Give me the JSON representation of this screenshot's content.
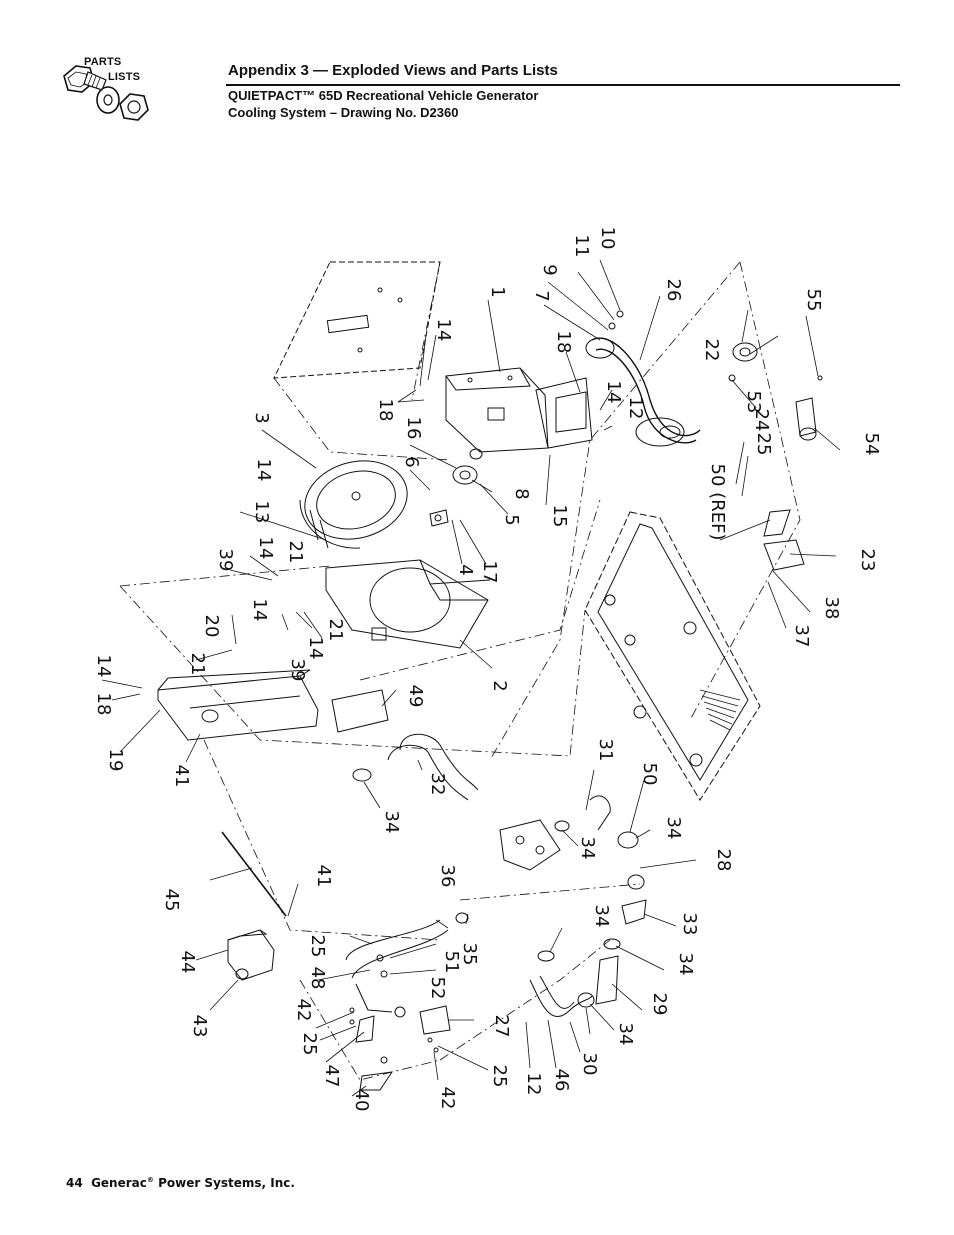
{
  "header": {
    "logo_line1": "PARTS",
    "logo_line2": "LISTS",
    "title": "Appendix 3 — Exploded Views and Parts Lists",
    "subtitle_line1": "QUIETPACT™ 65D Recreational Vehicle Generator",
    "subtitle_line2": "Cooling System – Drawing No. D2360"
  },
  "footer": {
    "page_number": "44",
    "brand": "Generac",
    "brand_mark": "®",
    "company_suffix": "Power Systems, Inc."
  },
  "callouts": [
    {
      "id": "c1",
      "label": "1"
    },
    {
      "id": "c2",
      "label": "2"
    },
    {
      "id": "c3",
      "label": "3"
    },
    {
      "id": "c4",
      "label": "4"
    },
    {
      "id": "c5",
      "label": "5"
    },
    {
      "id": "c6",
      "label": "6"
    },
    {
      "id": "c7",
      "label": "7"
    },
    {
      "id": "c8",
      "label": "8"
    },
    {
      "id": "c9",
      "label": "9"
    },
    {
      "id": "c10",
      "label": "10"
    },
    {
      "id": "c11",
      "label": "11"
    },
    {
      "id": "c12a",
      "label": "12"
    },
    {
      "id": "c12b",
      "label": "12"
    },
    {
      "id": "c13",
      "label": "13"
    },
    {
      "id": "c14a",
      "label": "14"
    },
    {
      "id": "c14b",
      "label": "14"
    },
    {
      "id": "c14c",
      "label": "14"
    },
    {
      "id": "c14d",
      "label": "14"
    },
    {
      "id": "c14e",
      "label": "14"
    },
    {
      "id": "c14f",
      "label": "14"
    },
    {
      "id": "c14g",
      "label": "14"
    },
    {
      "id": "c15",
      "label": "15"
    },
    {
      "id": "c16",
      "label": "16"
    },
    {
      "id": "c17",
      "label": "17"
    },
    {
      "id": "c18a",
      "label": "18"
    },
    {
      "id": "c18b",
      "label": "18"
    },
    {
      "id": "c18c",
      "label": "18"
    },
    {
      "id": "c19",
      "label": "19"
    },
    {
      "id": "c20",
      "label": "20"
    },
    {
      "id": "c21a",
      "label": "21"
    },
    {
      "id": "c21b",
      "label": "21"
    },
    {
      "id": "c21c",
      "label": "21"
    },
    {
      "id": "c22",
      "label": "22"
    },
    {
      "id": "c23",
      "label": "23"
    },
    {
      "id": "c24",
      "label": "24"
    },
    {
      "id": "c25a",
      "label": "25"
    },
    {
      "id": "c25b",
      "label": "25"
    },
    {
      "id": "c25c",
      "label": "25"
    },
    {
      "id": "c25d",
      "label": "25"
    },
    {
      "id": "c26",
      "label": "26"
    },
    {
      "id": "c27",
      "label": "27"
    },
    {
      "id": "c28",
      "label": "28"
    },
    {
      "id": "c29",
      "label": "29"
    },
    {
      "id": "c30",
      "label": "30"
    },
    {
      "id": "c31",
      "label": "31"
    },
    {
      "id": "c32",
      "label": "32"
    },
    {
      "id": "c33",
      "label": "33"
    },
    {
      "id": "c34a",
      "label": "34"
    },
    {
      "id": "c34b",
      "label": "34"
    },
    {
      "id": "c34c",
      "label": "34"
    },
    {
      "id": "c34d",
      "label": "34"
    },
    {
      "id": "c34e",
      "label": "34"
    },
    {
      "id": "c34f",
      "label": "34"
    },
    {
      "id": "c35",
      "label": "35"
    },
    {
      "id": "c36",
      "label": "36"
    },
    {
      "id": "c37",
      "label": "37"
    },
    {
      "id": "c38",
      "label": "38"
    },
    {
      "id": "c39a",
      "label": "39"
    },
    {
      "id": "c39b",
      "label": "39"
    },
    {
      "id": "c40",
      "label": "40"
    },
    {
      "id": "c41a",
      "label": "41"
    },
    {
      "id": "c41b",
      "label": "41"
    },
    {
      "id": "c42a",
      "label": "42"
    },
    {
      "id": "c42b",
      "label": "42"
    },
    {
      "id": "c43",
      "label": "43"
    },
    {
      "id": "c44",
      "label": "44"
    },
    {
      "id": "c45",
      "label": "45"
    },
    {
      "id": "c46",
      "label": "46"
    },
    {
      "id": "c47",
      "label": "47"
    },
    {
      "id": "c48",
      "label": "48"
    },
    {
      "id": "c49",
      "label": "49"
    },
    {
      "id": "c50",
      "label": "50"
    },
    {
      "id": "c50ref",
      "label": "50 (REF)"
    },
    {
      "id": "c51",
      "label": "51"
    },
    {
      "id": "c52",
      "label": "52"
    },
    {
      "id": "c53",
      "label": "53"
    },
    {
      "id": "c54",
      "label": "54"
    },
    {
      "id": "c55",
      "label": "55"
    }
  ]
}
